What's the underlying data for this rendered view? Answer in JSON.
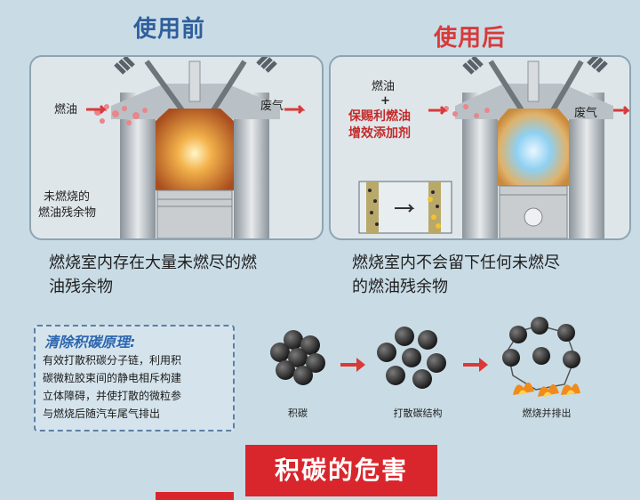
{
  "headings": {
    "before": "使用前",
    "after": "使用后"
  },
  "before_panel": {
    "fuel_label": "燃油",
    "exhaust_label": "废气",
    "residue_label_line1": "未燃烧的",
    "residue_label_line2": "燃油残余物"
  },
  "after_panel": {
    "fuel_label": "燃油",
    "plus": "+",
    "additive_line1": "保赐利燃油",
    "additive_line2": "增效添加剂",
    "exhaust_label": "废气"
  },
  "captions": {
    "before_line1": "燃烧室内存在大量未燃尽的燃",
    "before_line2": "油残余物",
    "after_line1": "燃烧室内不会留下任何未燃尽",
    "after_line2": "的燃油残余物"
  },
  "principle": {
    "title": "清除积碳原理:",
    "line1": "有效打散积碳分子链，利用积",
    "line2": "碳微粒胶束间的静电相斥构建",
    "line3": "立体障碍，并使打散的微粒参",
    "line4": "与燃烧后随汽车尾气排出"
  },
  "steps": [
    {
      "label": "积碳"
    },
    {
      "label": "打散碳结构"
    },
    {
      "label": "燃烧并排出"
    }
  ],
  "banner": {
    "title": "积碳的危害"
  },
  "colors": {
    "accent_red": "#d9262c",
    "heading_blue": "#2f5f9c",
    "background": "#c9dce6"
  }
}
